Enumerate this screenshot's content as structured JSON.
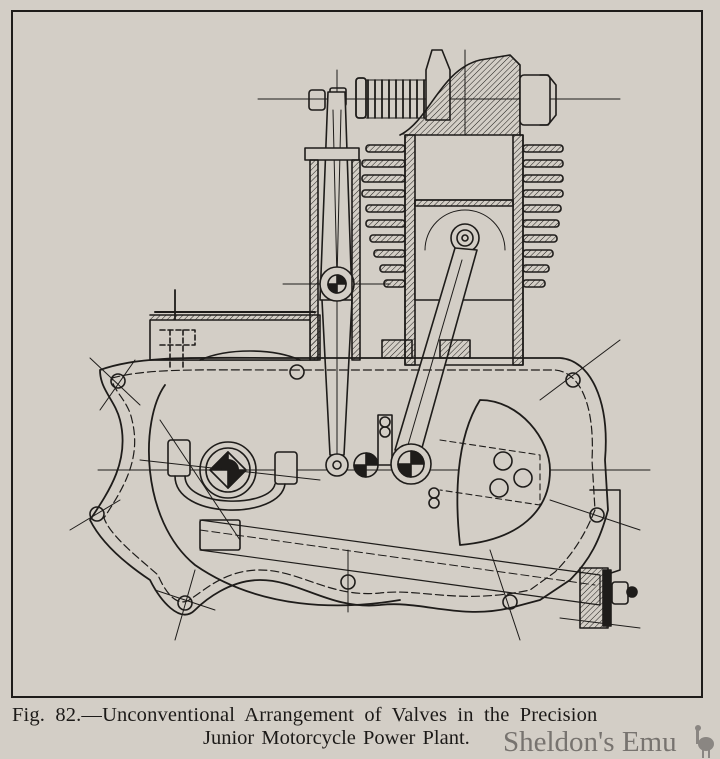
{
  "figure": {
    "number": "Fig. 82.",
    "caption_line1": "Fig. 82.—Unconventional Arrangement of Valves in the Precision",
    "caption_line2": "Junior Motorcycle Power Plant.",
    "subject": "Precision Junior motorcycle engine sectional drawing",
    "labels": {
      "drawing": "engine-section-drawing"
    }
  },
  "watermark": {
    "text": "Sheldon's Emu",
    "icon": "emu-icon"
  },
  "colors": {
    "paper": "#d3cec6",
    "ink": "#1e1c1a",
    "watermark": "#6e6a66"
  }
}
